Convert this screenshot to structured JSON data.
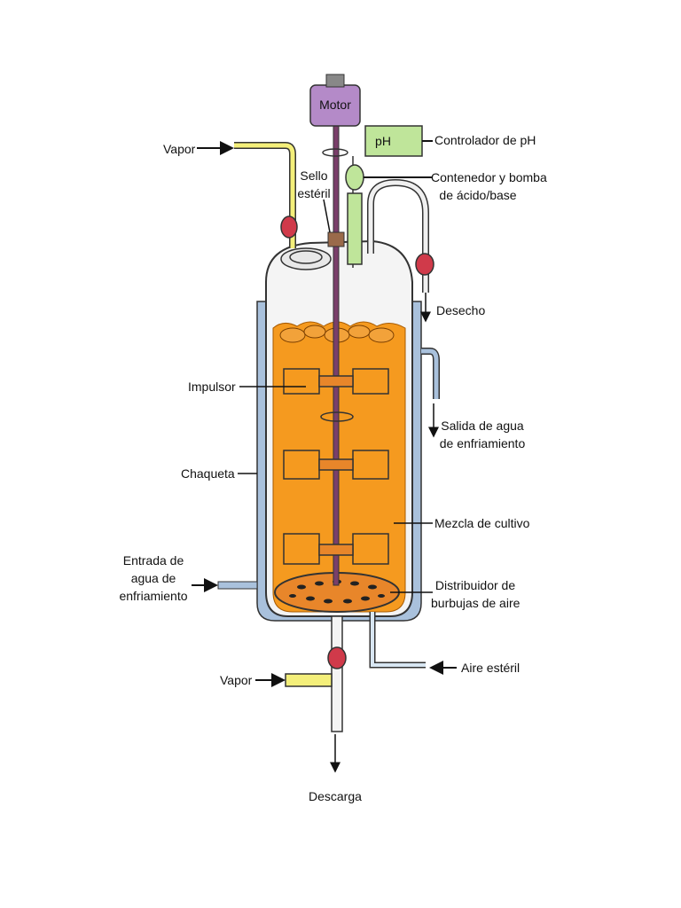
{
  "labels": {
    "motor": "Motor",
    "ph": "pH",
    "ph_controller": "Controlador de pH",
    "acid_base_line1": "Contenedor y bomba",
    "acid_base_line2": "de ácido/base",
    "vapor_top": "Vapor",
    "sterile_seal_line1": "Sello",
    "sterile_seal_line2": "estéril",
    "waste": "Desecho",
    "impeller": "Impulsor",
    "cooling_out_line1": "Salida de agua",
    "cooling_out_line2": "de enfriamiento",
    "jacket": "Chaqueta",
    "culture_mix": "Mezcla de cultivo",
    "cooling_in_line1": "Entrada de",
    "cooling_in_line2": "agua de",
    "cooling_in_line3": "enfriamiento",
    "sparger_line1": "Distribuidor de",
    "sparger_line2": "burbujas de aire",
    "sterile_air": "Aire estéril",
    "vapor_bottom": "Vapor",
    "discharge": "Descarga"
  },
  "colors": {
    "culture": "#f59a1f",
    "jacket": "#a9c1dc",
    "motor": "#b48ac8",
    "ph_box": "#bfe59a",
    "steam_pipe": "#f4ef7a",
    "valve": "#d03a4a"
  }
}
